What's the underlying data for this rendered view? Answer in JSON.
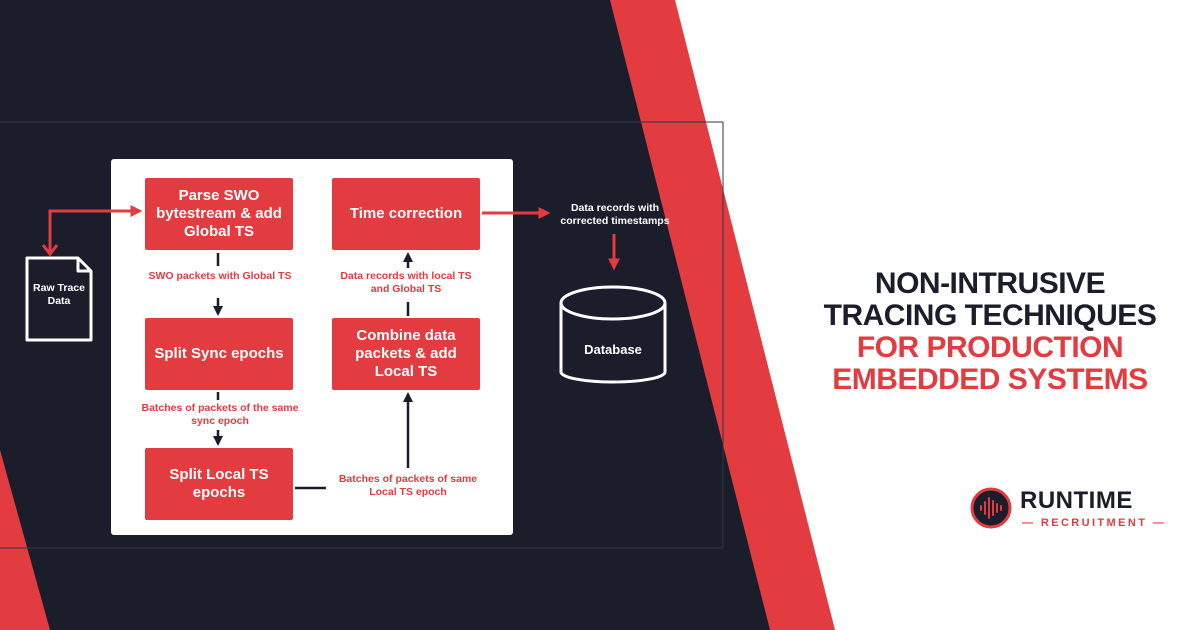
{
  "diagram": {
    "nodes": {
      "parse": "Parse SWO bytestream & add Global TS",
      "split_sync": "Split Sync epochs",
      "split_local": "Split Local TS epochs",
      "combine": "Combine data packets & add Local TS",
      "time_correction": "Time correction"
    },
    "edge_labels": {
      "swo_packets": "SWO packets with Global TS",
      "batches_sync": "Batches of packets of the same sync epoch",
      "batches_local": "Batches of packets of same Local TS epoch",
      "records_local": "Data records with local TS and Global TS",
      "records_corrected": "Data records with corrected timestamps"
    },
    "raw_trace": "Raw Trace Data",
    "database": "Database"
  },
  "headline": {
    "line1": "NON-INTRUSIVE",
    "line2": "TRACING TECHNIQUES",
    "line3": "FOR PRODUCTION",
    "line4": "EMBEDDED SYSTEMS"
  },
  "logo": {
    "name": "RUNTIME",
    "subtitle": "RECRUITMENT"
  },
  "colors": {
    "accent": "#e23b40",
    "dark_navy": "#1b1e2a",
    "white": "#ffffff"
  }
}
